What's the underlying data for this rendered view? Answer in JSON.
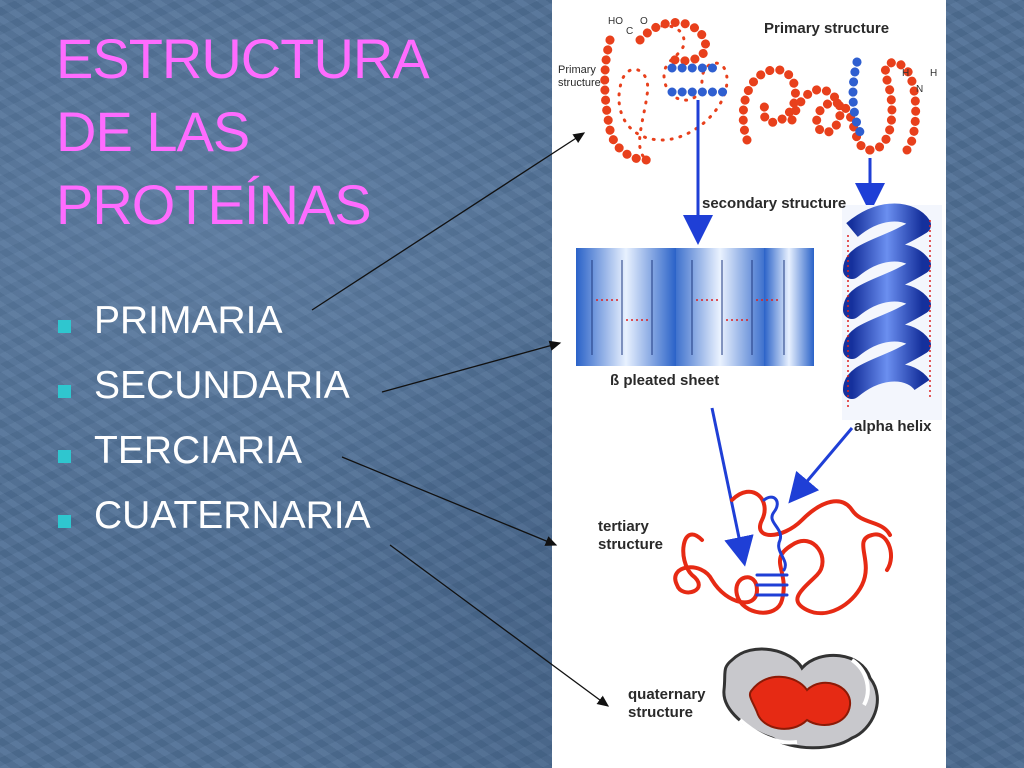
{
  "slide": {
    "title_lines": [
      "ESTRUCTURA",
      "DE LAS",
      "PROTEÍNAS"
    ],
    "bullets": [
      "PRIMARIA",
      "SECUNDARIA",
      "TERCIARIA",
      "CUATERNARIA"
    ],
    "colors": {
      "title": "#ff6bff",
      "bullet_text": "#ffffff",
      "bullet_marker": "#2fc6cf",
      "background": "#4f6f95"
    }
  },
  "figure": {
    "labels": {
      "primary_top": "Primary structure",
      "primary_side": "Primary structure",
      "secondary": "secondary structure",
      "sheet": "ß pleated sheet",
      "helix": "alpha helix",
      "tertiary": "tertiary structure",
      "quaternary": "quaternary structure"
    },
    "chem": {
      "carboxyl": "HO",
      "carbon": "C",
      "oxygen": "O",
      "hydrogen": "H",
      "nitrogen": "N"
    },
    "colors": {
      "residue_red": "#e8401c",
      "residue_blue": "#2f5fd0",
      "arrow_blue": "#1f3fd6",
      "protein_red": "#e62a14",
      "protein_grey": "#c8c8cc"
    }
  }
}
